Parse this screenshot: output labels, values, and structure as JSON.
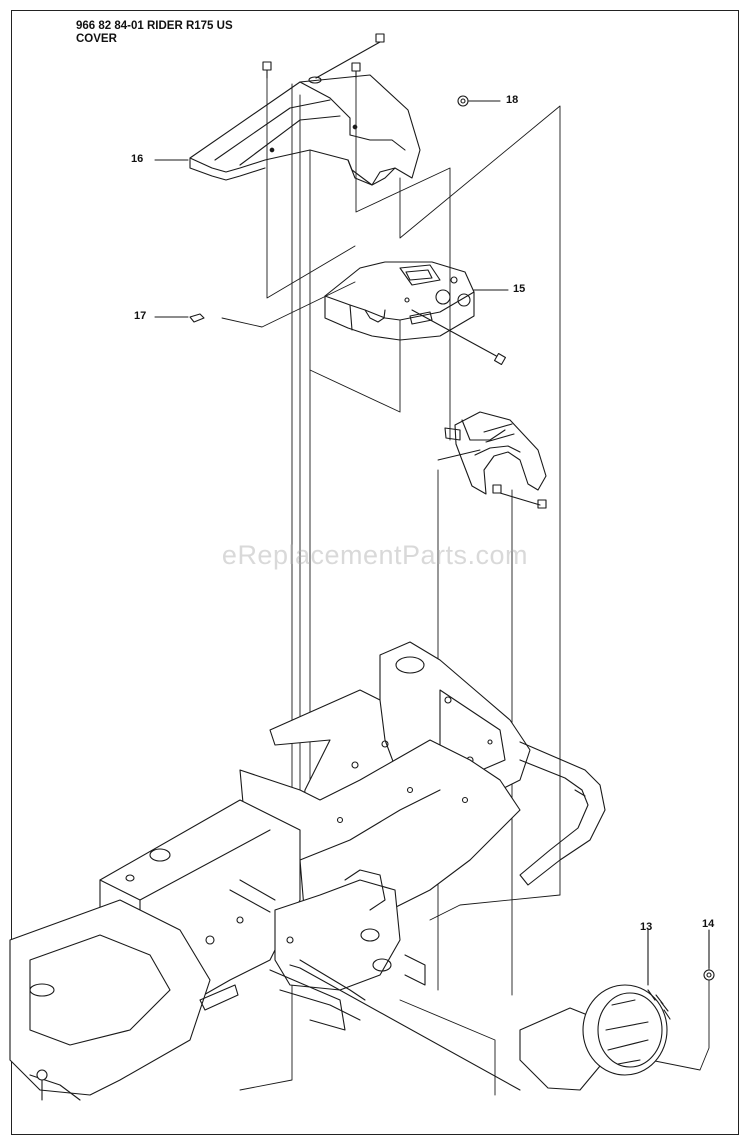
{
  "title": {
    "line1": "966 82 84-01 RIDER R175 US",
    "line2": "COVER"
  },
  "callouts": [
    "16",
    "18",
    "15",
    "17",
    "13",
    "14"
  ],
  "watermark": "eReplacementParts.com",
  "colors": {
    "line": "#1a1a1a",
    "paper": "#ffffff",
    "watermark": "#aaaaaa"
  }
}
